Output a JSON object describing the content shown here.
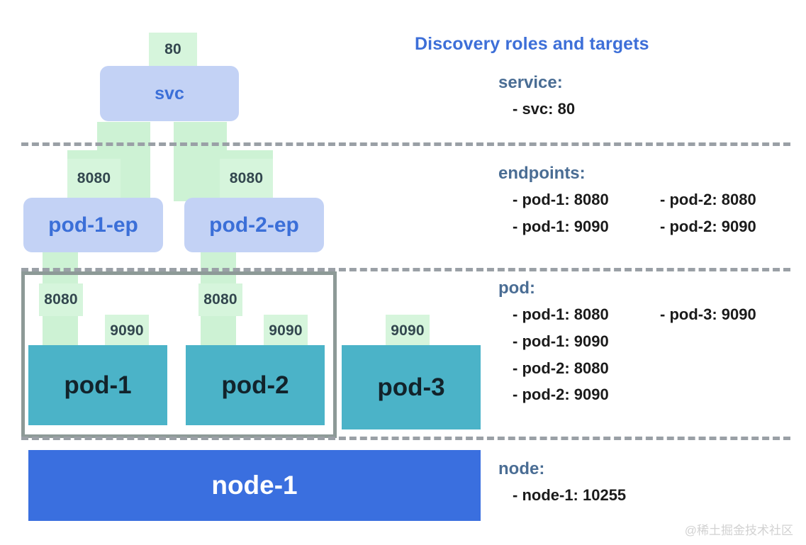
{
  "diagram": {
    "nodes": {
      "svc": {
        "label": "svc",
        "port": "80"
      },
      "ep1": {
        "label": "pod-1-ep",
        "port": "8080"
      },
      "ep2": {
        "label": "pod-2-ep",
        "port": "8080"
      },
      "pod1": {
        "label": "pod-1",
        "port_a": "8080",
        "port_b": "9090"
      },
      "pod2": {
        "label": "pod-2",
        "port_a": "8080",
        "port_b": "9090"
      },
      "pod3": {
        "label": "pod-3",
        "port_a": "9090"
      },
      "node1": {
        "label": "node-1"
      }
    },
    "colors": {
      "title_blue": "#3d6fd8",
      "section_slate": "#4a6d94",
      "lavender_box": "#c3d2f5",
      "box_text_blue": "#3b6fd8",
      "green_band": "#cdf2d4",
      "green_tab": "#d6f5dc",
      "pod_teal": "#4bb3c8",
      "node_blue": "#3a6fdf",
      "divider_gray": "#9aa0a6",
      "group_border": "#8d9a97",
      "body_text": "#1b1b1b"
    }
  },
  "legend": {
    "title": "Discovery roles and targets",
    "sections": [
      {
        "head": "service:",
        "col1": [
          "- svc: 80"
        ],
        "col2": []
      },
      {
        "head": "endpoints:",
        "col1": [
          "- pod-1: 8080",
          "- pod-1: 9090"
        ],
        "col2": [
          "- pod-2: 8080",
          "- pod-2: 9090"
        ]
      },
      {
        "head": "pod:",
        "col1": [
          "- pod-1: 8080",
          "- pod-1: 9090",
          "- pod-2: 8080",
          "- pod-2: 9090"
        ],
        "col2": [
          "- pod-3: 9090"
        ]
      },
      {
        "head": "node:",
        "col1": [
          "- node-1: 10255"
        ],
        "col2": []
      }
    ]
  },
  "watermark": {
    "text": "@稀土掘金技术社区"
  }
}
